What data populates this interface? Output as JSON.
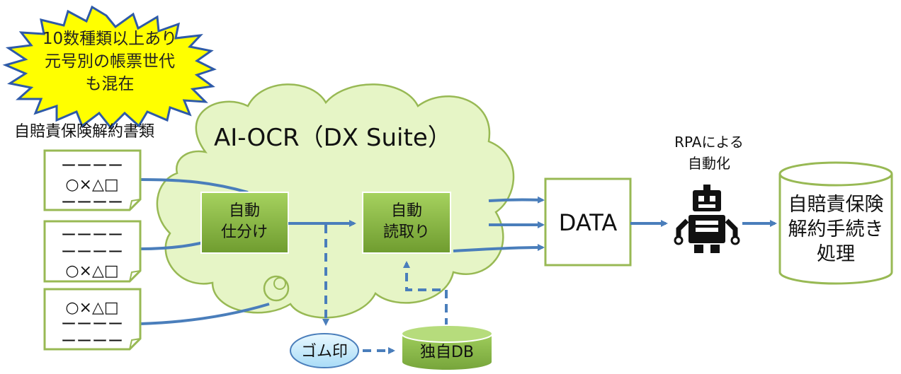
{
  "callout": {
    "lines": [
      "10数種類以上あり",
      "元号別の帳票世代",
      "も混在"
    ]
  },
  "documents": {
    "title": "自賠責保険解約書類",
    "doc1": [
      "ーーーー",
      "○×△□",
      "ーーーー"
    ],
    "doc2": [
      "ーーーー",
      "ーーーー",
      "○×△□"
    ],
    "doc3": [
      "○×△□",
      "ーーーー",
      "ーーーー"
    ]
  },
  "cloud": {
    "title": "AI-OCR（DX Suite）"
  },
  "steps": {
    "auto_sort": [
      "自動",
      "仕分け"
    ],
    "auto_read": [
      "自動",
      "読取り"
    ]
  },
  "stamp": {
    "label": "ゴム印"
  },
  "database": {
    "label": "独自DB"
  },
  "data_box": {
    "label": "DATA"
  },
  "rpa": {
    "caption": [
      "RPAによる",
      "自動化"
    ]
  },
  "process": {
    "lines": [
      "自賠責保険",
      "解約手続き",
      "処理"
    ]
  },
  "colors": {
    "arrow": "#4a7ebb",
    "green_border": "#98b954",
    "cloud_fill": "#e6f5c6",
    "button_green": "#8cba45",
    "burst_yellow": "#ffff00",
    "burst_border": "#2e5aa8",
    "oval_fill": "#c9ecff"
  }
}
